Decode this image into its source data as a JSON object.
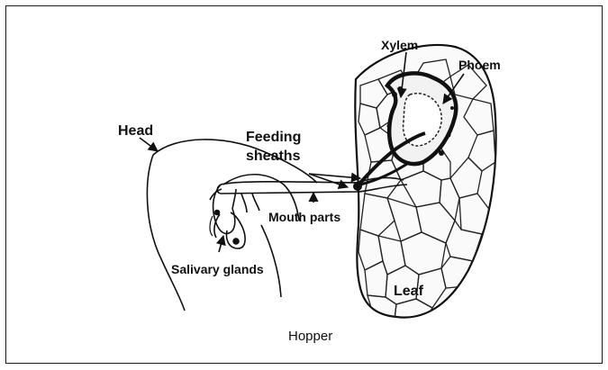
{
  "labels": {
    "xylem": "Xylem",
    "phloem": "Phoem",
    "feeding_sheaths": [
      "Feeding",
      "sheaths"
    ],
    "head": "Head",
    "mouth_parts": "Mouth parts",
    "salivary_glands": "Salivary glands",
    "leaf": "Leaf"
  },
  "caption": "Hopper",
  "colors": {
    "ink": "#111111",
    "background": "#ffffff"
  }
}
